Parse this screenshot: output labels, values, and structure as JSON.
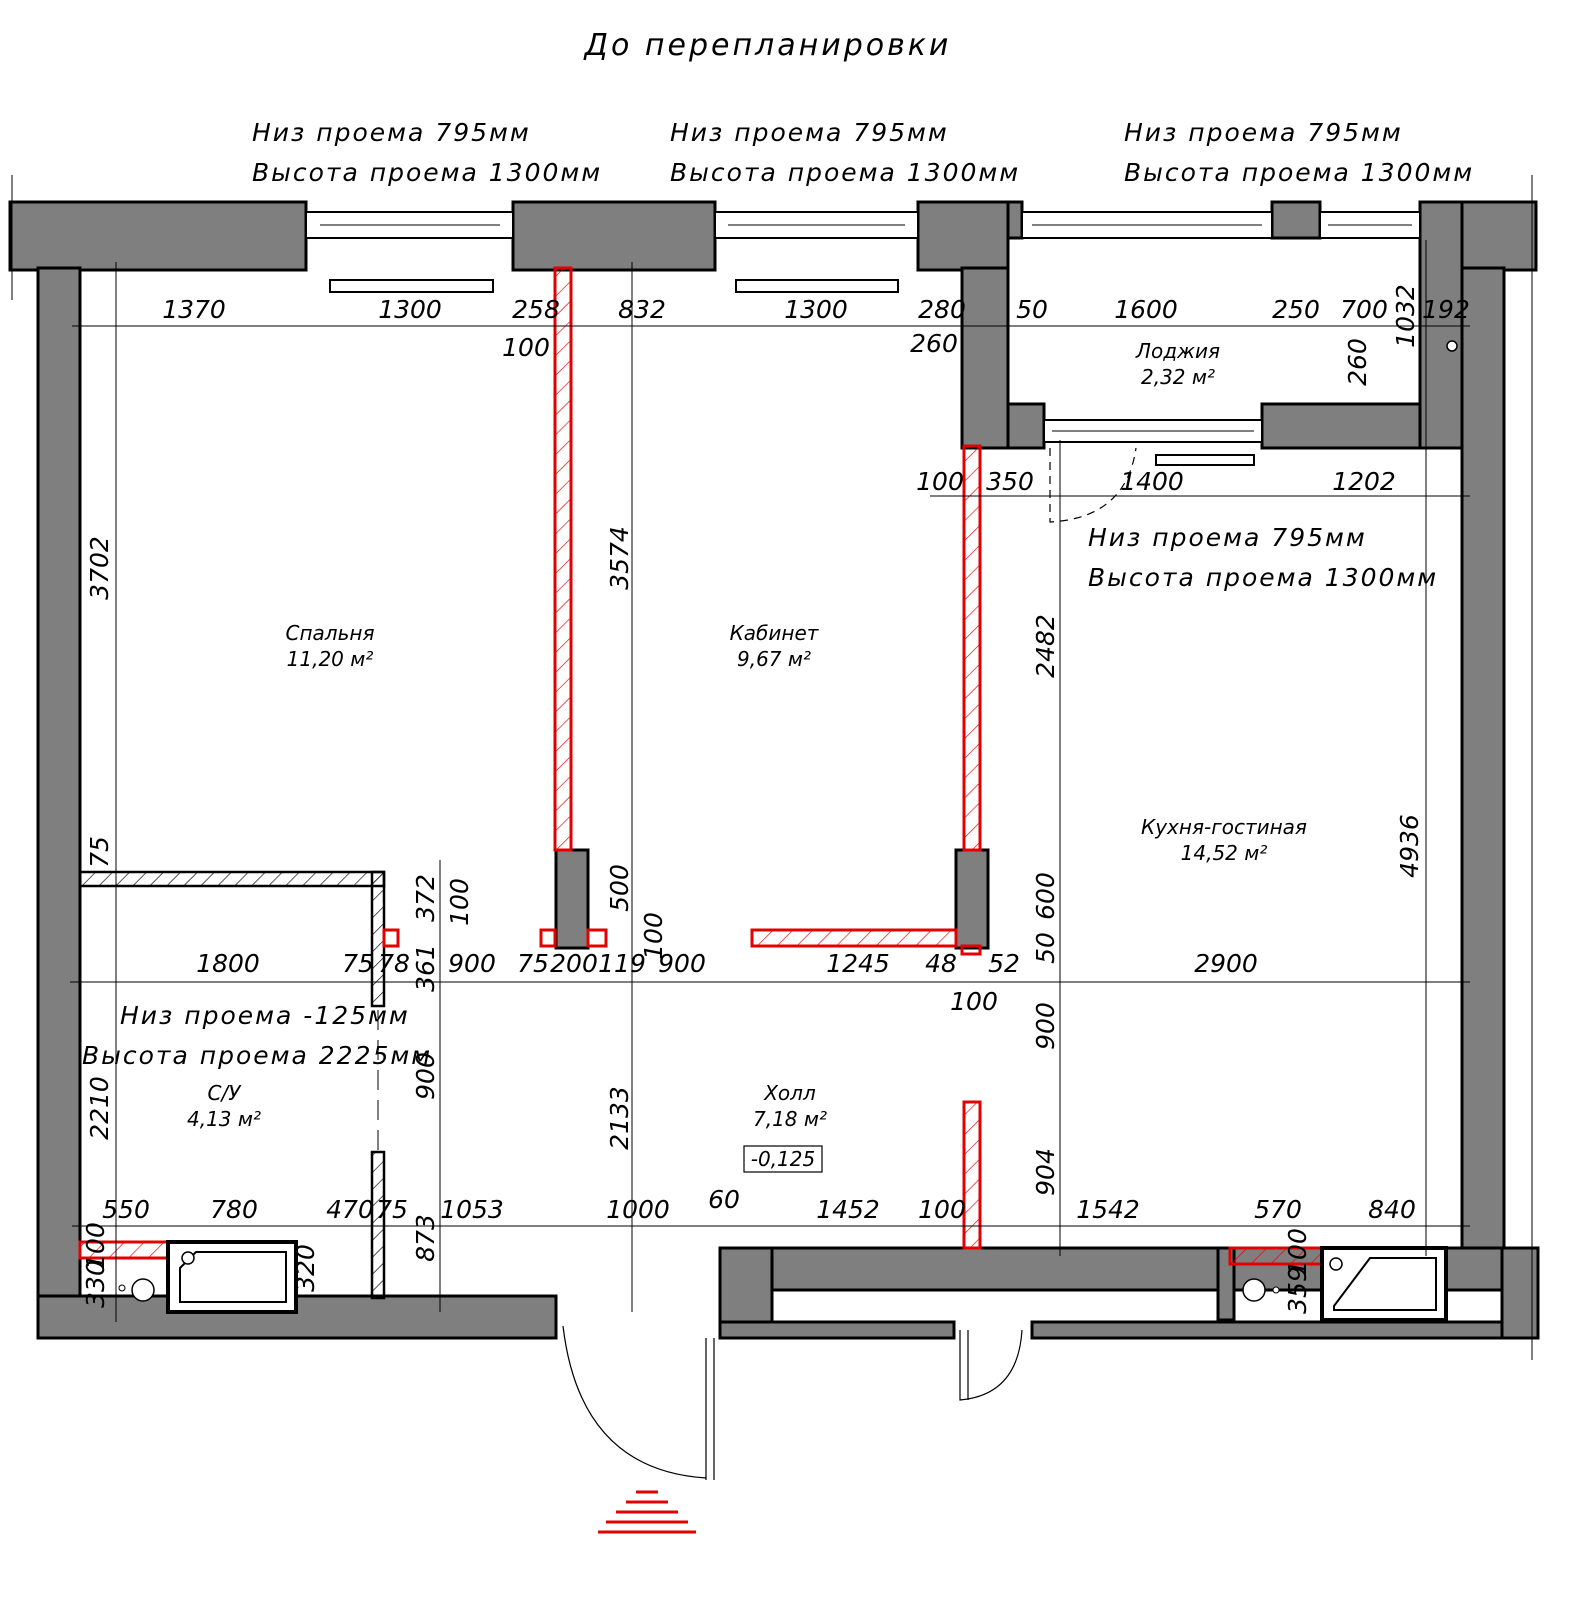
{
  "title": "До перепланировки",
  "window_notes": [
    {
      "bottom": "Низ проема 795мм",
      "height": "Высота проема 1300мм"
    },
    {
      "bottom": "Низ проема 795мм",
      "height": "Высота проема 1300мм"
    },
    {
      "bottom": "Низ проема 795мм",
      "height": "Высота проема 1300мм"
    },
    {
      "bottom": "Низ проема 795мм",
      "height": "Высота проема 1300мм"
    }
  ],
  "door_note": {
    "bottom": "Низ проема  -125мм",
    "height": "Высота проема 2225мм"
  },
  "rooms": [
    {
      "name": "Спальня",
      "area": "11,20 м²"
    },
    {
      "name": "Кабинет",
      "area": "9,67 м²"
    },
    {
      "name": "Лоджия",
      "area": "2,32 м²"
    },
    {
      "name": "Кухня-гостиная",
      "area": "14,52 м²"
    },
    {
      "name": "С/У",
      "area": "4,13 м²"
    },
    {
      "name": "Холл",
      "area": "7,18 м²"
    }
  ],
  "level_mark": "-0,125",
  "dims": {
    "top_row": [
      "1370",
      "1300",
      "258",
      "832",
      "1300",
      "280",
      "50",
      "1600",
      "250",
      "700",
      "192"
    ],
    "top_extra": [
      "100",
      "260",
      "1032",
      "260"
    ],
    "mid_row": [
      "1800",
      "75",
      "78",
      "900",
      "75",
      "200",
      "119",
      "900",
      "1245",
      "48",
      "52",
      "2900"
    ],
    "mid_extra": [
      "100",
      "100",
      "100",
      "50"
    ],
    "bottom_row": [
      "550",
      "780",
      "470",
      "75",
      "1053",
      "1000",
      "60",
      "1452",
      "100",
      "1542",
      "570",
      "840"
    ],
    "bottom_extra": [
      "100",
      "330",
      "320",
      "100",
      "359"
    ],
    "kitchen_row": [
      "100",
      "350",
      "1400",
      "1202"
    ],
    "vertical": [
      "3702",
      "75",
      "2210",
      "3574",
      "500",
      "372",
      "361",
      "900",
      "873",
      "2133",
      "2482",
      "600",
      "900",
      "904",
      "4936"
    ]
  }
}
